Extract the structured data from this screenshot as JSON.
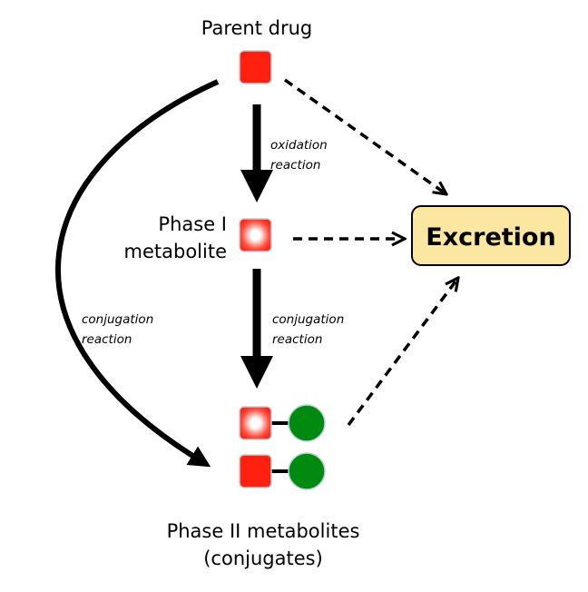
{
  "labels": {
    "parent_drug": "Parent drug",
    "phase1_line1": "Phase I",
    "phase1_line2": "metabolite",
    "oxidation_line1": "oxidation",
    "oxidation_line2": "reaction",
    "conj_left_line1": "conjugation",
    "conj_left_line2": "reaction",
    "conj_mid_line1": "conjugation",
    "conj_mid_line2": "reaction",
    "phase2_line1": "Phase II metabolites",
    "phase2_line2": "(conjugates)",
    "excretion": "Excretion"
  },
  "colors": {
    "drug_red": "#ff2010",
    "conjugate_green": "#008a10",
    "excretion_fill": "#fbe6a2",
    "arrow": "#000000"
  }
}
